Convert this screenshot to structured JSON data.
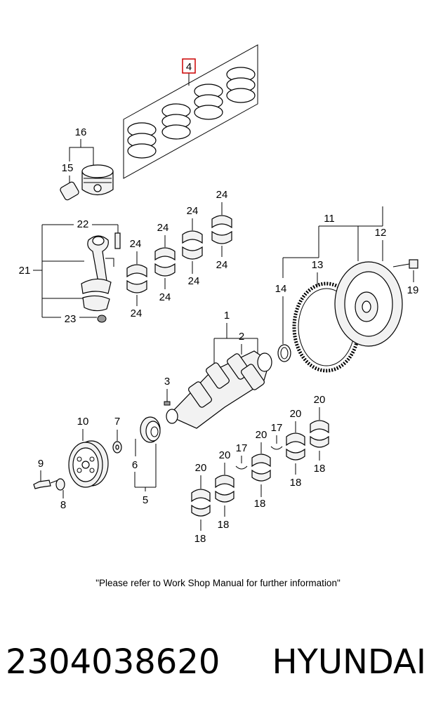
{
  "callouts": {
    "c1": "1",
    "c2": "2",
    "c3": "3",
    "c4": "4",
    "c5": "5",
    "c6": "6",
    "c7": "7",
    "c8": "8",
    "c9": "9",
    "c10": "10",
    "c11": "11",
    "c12": "12",
    "c13": "13",
    "c14": "14",
    "c15": "15",
    "c16": "16",
    "c17": "17",
    "c18": "18",
    "c19": "19",
    "c20": "20",
    "c21": "21",
    "c22": "22",
    "c23": "23",
    "c24": "24"
  },
  "note": "\"Please refer to Work Shop Manual for further information\"",
  "footer": {
    "part_number": "2304038620",
    "brand": "HYUNDAI"
  },
  "colors": {
    "highlight_box": "#cc0000",
    "line": "#000000",
    "background": "#ffffff"
  }
}
